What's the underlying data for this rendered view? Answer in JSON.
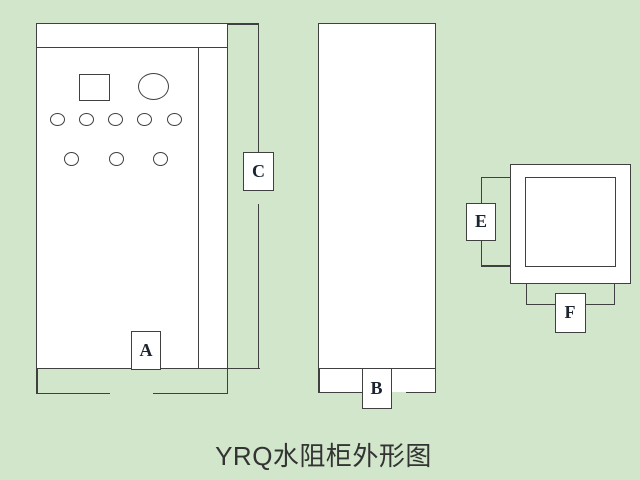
{
  "diagram": {
    "title": "YRQ水阻柜外形图",
    "labels": {
      "a": "A",
      "b": "B",
      "c": "C",
      "e": "E",
      "f": "F"
    },
    "colors": {
      "background": "#d1e6cb",
      "line": "#404040",
      "shape_fill": "#ffffff",
      "label_text": "#1c2430",
      "title_text": "#333333"
    }
  }
}
